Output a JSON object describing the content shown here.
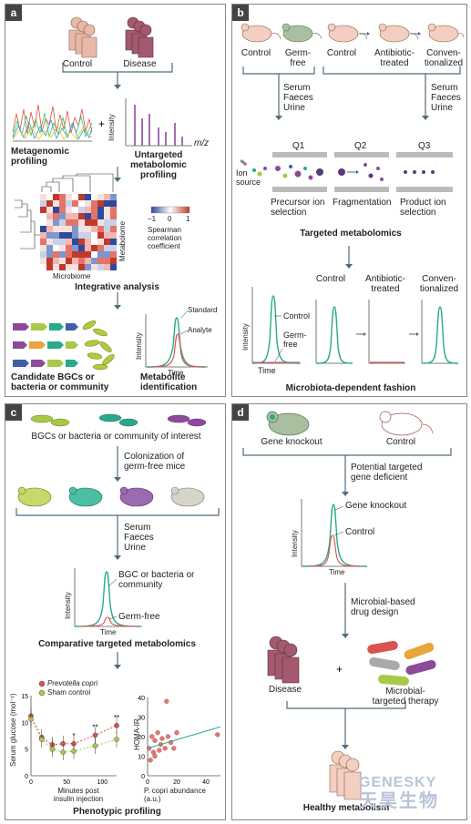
{
  "a": {
    "label": "a",
    "control": "Control",
    "disease": "Disease",
    "plus": "+",
    "intensity": "Intensity",
    "mz": "m/z",
    "metagenomic": "Metagenomic\nprofiling",
    "untargeted": "Untargeted\nmetabolomic\nprofiling",
    "scale_min": "−1",
    "scale_mid": "0",
    "scale_max": "1",
    "spearman": "Spearman\ncorrelation\ncoefficient",
    "metabolome": "Metabolome",
    "microbiome": "Microbiome",
    "integrative": "Integrative analysis",
    "standard": "Standard",
    "analyte": "Analyte",
    "intensity2": "Intensity",
    "time": "Time",
    "candidate": "Candidate BGCs or\nbacteria or community",
    "identification": "Metabolite\nidentification"
  },
  "b": {
    "label": "b",
    "control1": "Control",
    "germfree": "Germ-\nfree",
    "control2": "Control",
    "antibiotic": "Antibiotic-\ntreated",
    "conventionalized": "Conven-\ntionalized",
    "sfu_left": "Serum\nFaeces\nUrine",
    "sfu_right": "Serum\nFaeces\nUrine",
    "q1": "Q1",
    "q2": "Q2",
    "q3": "Q3",
    "ion_source": "Ion\nsource",
    "precursor": "Precursor ion\nselection",
    "fragmentation": "Fragmentation",
    "product": "Product ion\nselection",
    "targeted": "Targeted metabolomics",
    "intensity": "Intensity",
    "time": "Time",
    "control_curve": "Control",
    "germfree_curve": "Germ-\nfree",
    "ctrl_top": "Control",
    "anti_top": "Antibiotic-\ntreated",
    "conv_top": "Conven-\ntionalized",
    "dependent": "Microbiota-dependent fashion"
  },
  "c": {
    "label": "c",
    "bgcs": "BGCs or bacteria or community of interest",
    "colonization": "Colonization of\ngerm-free mice",
    "sfu": "Serum\nFaeces\nUrine",
    "intensity": "Intensity",
    "time": "Time",
    "bgc_label": "BGC or bacteria or\ncommunity",
    "germfree": "Germ-free",
    "comparative": "Comparative targeted metabolomics",
    "phenotypic": "Phenotypic profiling",
    "glucose_chart": {
      "type": "line",
      "ylabel": "Serum glucose (mol⁻¹)",
      "xlabel": "Minutes post\ninsulin injection",
      "xticks": [
        "0",
        "50",
        "100"
      ],
      "yticks": [
        "0",
        "5",
        "10",
        "15"
      ],
      "xlim": [
        0,
        120
      ],
      "ylim": [
        0,
        15
      ],
      "x": [
        0,
        15,
        30,
        45,
        60,
        90,
        120
      ],
      "series": [
        {
          "name": "Prevotella copri",
          "values": [
            11.2,
            7.2,
            5.8,
            6.0,
            6.0,
            7.6,
            9.4
          ],
          "color": "#d9534f"
        },
        {
          "name": "Sham control",
          "values": [
            10.6,
            6.8,
            5.0,
            4.4,
            4.6,
            5.6,
            6.8
          ],
          "color": "#a8c84a"
        }
      ],
      "significance": [
        "*",
        "**",
        "**"
      ]
    },
    "homa_chart": {
      "type": "scatter",
      "ylabel": "HOMA-IR",
      "xlabel": "P. copri abundance\n(a.u.)",
      "xticks": [
        "0",
        "20",
        "40"
      ],
      "yticks": [
        "0",
        "10",
        "20",
        "30",
        "40"
      ],
      "xlim": [
        0,
        50
      ],
      "ylim": [
        0,
        40
      ],
      "points": [
        [
          1,
          14
        ],
        [
          2,
          8
        ],
        [
          3,
          20
        ],
        [
          4,
          12
        ],
        [
          5,
          18
        ],
        [
          5,
          10
        ],
        [
          7,
          22
        ],
        [
          8,
          13
        ],
        [
          9,
          16
        ],
        [
          10,
          19
        ],
        [
          12,
          14
        ],
        [
          13,
          38
        ],
        [
          14,
          20
        ],
        [
          16,
          17
        ],
        [
          18,
          14
        ],
        [
          20,
          22
        ],
        [
          48,
          21
        ]
      ],
      "trend": [
        [
          0,
          14
        ],
        [
          50,
          25
        ]
      ]
    }
  },
  "d": {
    "label": "d",
    "gene_knockout": "Gene knockout",
    "control": "Control",
    "potential": "Potential targeted\ngene deficient",
    "gk_curve": "Gene knockout",
    "control_curve": "Control",
    "intensity": "Intensity",
    "time": "Time",
    "drug": "Microbial-based\ndrug design",
    "disease": "Disease",
    "plus": "+",
    "therapy": "Microbial-\ntargeted therapy",
    "healthy": "Healthy metabolism"
  },
  "watermark": {
    "en": "GENESKY",
    "cn": "天昊生物"
  },
  "colors": {
    "teal": "#2aa98c",
    "red": "#d9534f",
    "purple": "#8e4a9a",
    "green": "#a8c84a",
    "arrow": "#4f6b7a"
  }
}
